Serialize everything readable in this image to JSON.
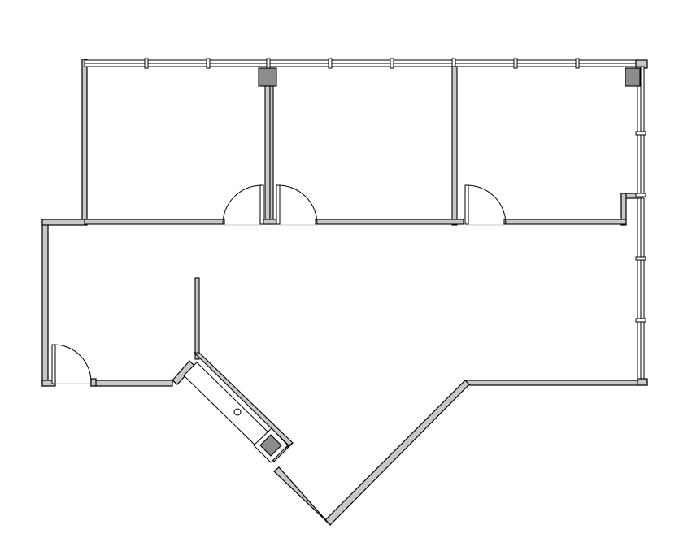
{
  "plan": {
    "rooms": [
      {
        "id": "office-1"
      },
      {
        "id": "office-2"
      },
      {
        "id": "office-3"
      },
      {
        "id": "open-area"
      },
      {
        "id": "kitchenette"
      }
    ],
    "colors": {
      "background": "#ffffff",
      "wall_fill": "#c8c8c8",
      "wall_outline": "#000000",
      "column_fill": "#8c8c8c"
    }
  }
}
